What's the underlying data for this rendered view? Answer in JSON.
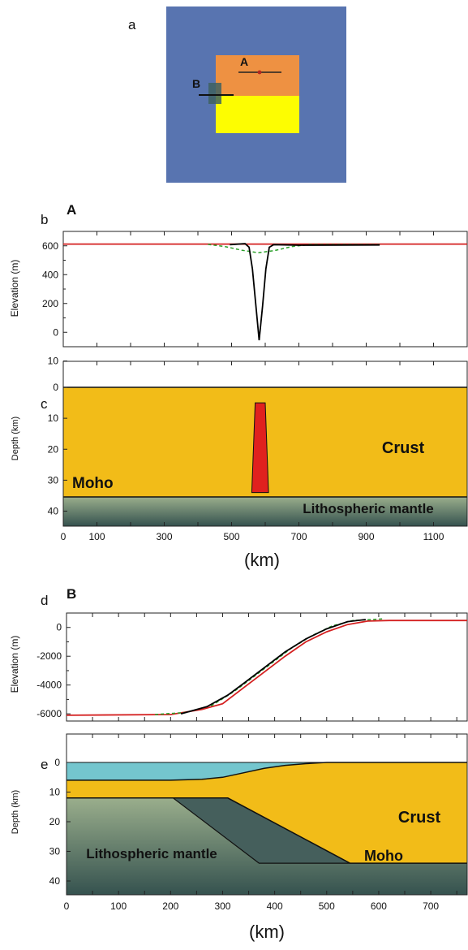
{
  "panel_a": {
    "letter": "a",
    "marker_a": "A",
    "marker_b": "B",
    "colors": {
      "ocean": "#5874b0",
      "orange": "#ee9142",
      "yellow": "#fdfd01",
      "dark": "#3e6160"
    }
  },
  "panel_b": {
    "letter": "b",
    "section": "A",
    "ylabel": "Elevation (m)",
    "ylim": [
      -100,
      700
    ],
    "yticks": [
      600,
      400,
      200,
      0
    ],
    "xlim": [
      0,
      1200
    ],
    "series": [
      {
        "color": "#d42020",
        "style": "solid",
        "points": [
          [
            0,
            612
          ],
          [
            1200,
            612
          ]
        ]
      },
      {
        "color": "#2aa02a",
        "style": "dashed",
        "points": [
          [
            430,
            610
          ],
          [
            480,
            595
          ],
          [
            530,
            570
          ],
          [
            580,
            552
          ],
          [
            630,
            568
          ],
          [
            680,
            595
          ],
          [
            730,
            608
          ],
          [
            940,
            608
          ]
        ]
      },
      {
        "color": "#000000",
        "style": "solid",
        "points": [
          [
            495,
            608
          ],
          [
            540,
            615
          ],
          [
            552,
            590
          ],
          [
            562,
            440
          ],
          [
            572,
            190
          ],
          [
            582,
            -55
          ],
          [
            592,
            180
          ],
          [
            602,
            440
          ],
          [
            612,
            590
          ],
          [
            625,
            608
          ],
          [
            700,
            604
          ],
          [
            940,
            606
          ]
        ]
      }
    ]
  },
  "panel_c": {
    "letter": "c",
    "ylabel": "Depth (km)",
    "ylim": [
      45,
      10
    ],
    "yticks": [
      10,
      0,
      10,
      20,
      30,
      40
    ],
    "xticks": [
      0,
      100,
      300,
      500,
      700,
      900,
      1100
    ],
    "xlim": [
      0,
      1200
    ],
    "crust_label": "Crust",
    "moho_label": "Moho",
    "mantle_label": "Lithospheric mantle",
    "moho_depth": 34,
    "intrusion": {
      "top_depth": 5,
      "top_x": [
        570,
        600
      ],
      "base_x": [
        560,
        610
      ]
    },
    "colors": {
      "crust": "#f2bc18",
      "intrusion": "#e0211e",
      "mantle_top": "#9aae8c",
      "mantle_bottom": "#35524f"
    }
  },
  "xlabel_1": "(km)",
  "panel_d": {
    "letter": "d",
    "section": "B",
    "ylabel": "Elevation (m)",
    "ylim": [
      -6500,
      1000
    ],
    "yticks": [
      0,
      -2000,
      -4000,
      -6000
    ],
    "xlim": [
      0,
      770
    ],
    "series": [
      {
        "color": "#d42020",
        "style": "solid",
        "points": [
          [
            0,
            -6100
          ],
          [
            200,
            -6050
          ],
          [
            260,
            -5700
          ],
          [
            300,
            -5300
          ],
          [
            340,
            -4200
          ],
          [
            380,
            -3100
          ],
          [
            420,
            -2000
          ],
          [
            460,
            -1000
          ],
          [
            500,
            -300
          ],
          [
            540,
            200
          ],
          [
            580,
            450
          ],
          [
            620,
            480
          ],
          [
            770,
            480
          ]
        ]
      },
      {
        "color": "#2aa02a",
        "style": "dashed",
        "points": [
          [
            170,
            -6050
          ],
          [
            230,
            -5900
          ],
          [
            280,
            -5400
          ],
          [
            320,
            -4500
          ],
          [
            350,
            -3700
          ],
          [
            390,
            -2600
          ],
          [
            430,
            -1500
          ],
          [
            470,
            -600
          ],
          [
            510,
            100
          ],
          [
            550,
            480
          ],
          [
            610,
            600
          ]
        ]
      },
      {
        "color": "#000000",
        "style": "solid",
        "points": [
          [
            220,
            -6000
          ],
          [
            270,
            -5500
          ],
          [
            310,
            -4700
          ],
          [
            340,
            -3900
          ],
          [
            380,
            -2800
          ],
          [
            420,
            -1700
          ],
          [
            460,
            -800
          ],
          [
            500,
            -100
          ],
          [
            540,
            400
          ],
          [
            575,
            550
          ]
        ]
      }
    ]
  },
  "panel_e": {
    "letter": "e",
    "ylabel": "Depth (km)",
    "ylim": [
      45,
      -10
    ],
    "yticks": [
      0,
      10,
      20,
      30,
      40
    ],
    "xticks": [
      0,
      100,
      200,
      300,
      400,
      500,
      600,
      700
    ],
    "xlim": [
      0,
      770
    ],
    "crust_label": "Crust",
    "moho_label": "Moho",
    "mantle_label": "Lithospheric mantle",
    "water_bottom": [
      [
        0,
        6
      ],
      [
        200,
        6
      ],
      [
        260,
        5.7
      ],
      [
        300,
        5
      ],
      [
        340,
        3.5
      ],
      [
        380,
        2
      ],
      [
        420,
        1
      ],
      [
        460,
        0.4
      ],
      [
        500,
        0
      ],
      [
        560,
        0
      ],
      [
        770,
        0
      ]
    ],
    "crust_base": {
      "shelf_depth": 12,
      "moho_depth": 34,
      "ramp_x": [
        205,
        370
      ]
    },
    "wedge": [
      [
        205,
        12
      ],
      [
        310,
        12
      ],
      [
        545,
        34
      ],
      [
        370,
        34
      ]
    ],
    "colors": {
      "water": "#74c6ce",
      "crust": "#f2bc18",
      "wedge": "#455f5c",
      "mantle_top": "#9aae8c",
      "mantle_bottom": "#35524f"
    }
  },
  "xlabel_2": "(km)"
}
